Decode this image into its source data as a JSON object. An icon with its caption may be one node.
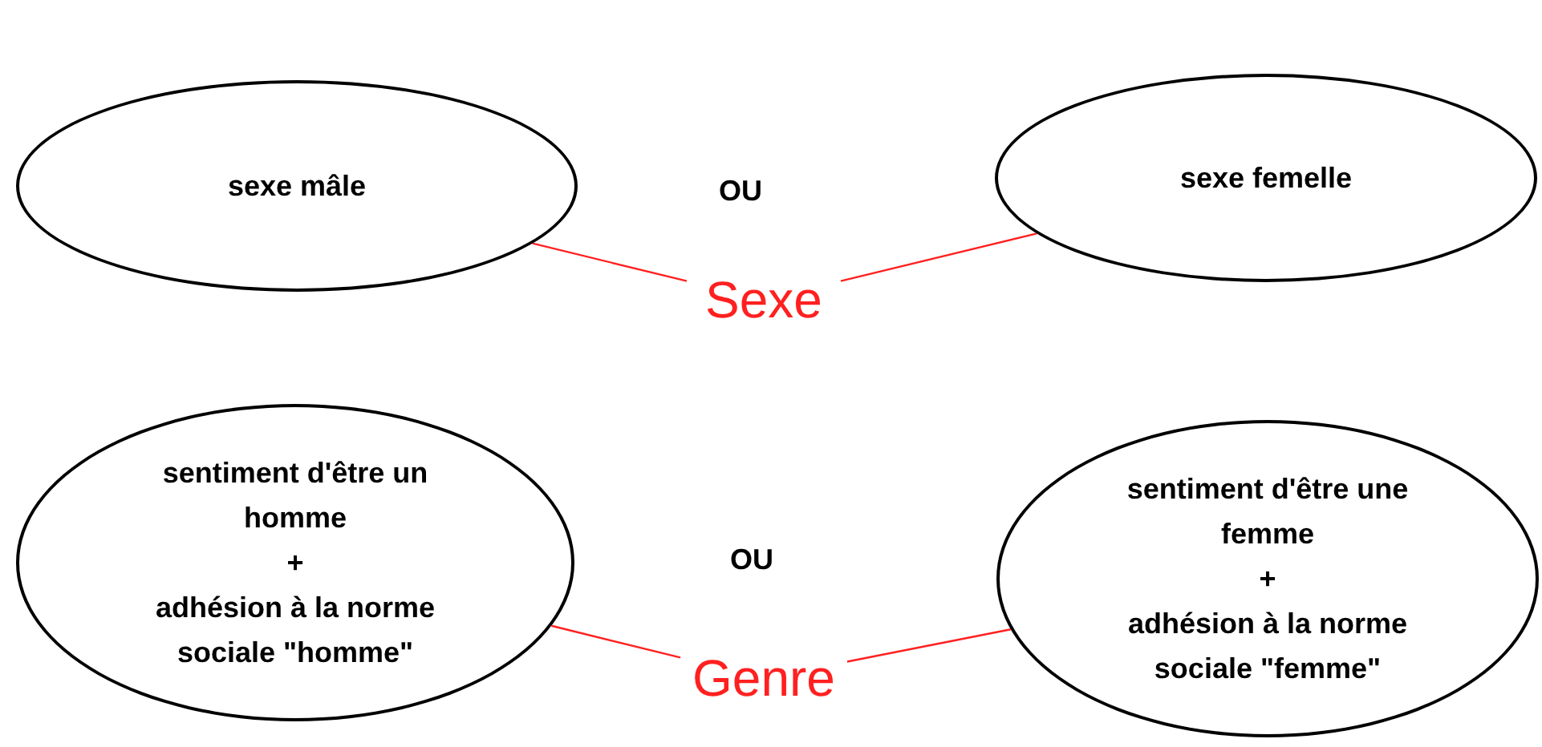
{
  "diagram": {
    "nodes": [
      {
        "text": [
          "sexe mâle"
        ]
      },
      {
        "text": [
          "sexe femelle"
        ]
      },
      {
        "text": [
          "Sexe"
        ]
      },
      {
        "text": [
          "sentiment d'être un homme",
          "+",
          "adhésion à la norme sociale \"homme\""
        ]
      },
      {
        "text": [
          "sentiment d'être une femme",
          "+",
          "adhésion à la norme sociale \"femme\""
        ]
      },
      {
        "text": [
          "Genre"
        ]
      }
    ],
    "edges": [
      {
        "from": 0,
        "to": 2,
        "arrow": "none"
      },
      {
        "from": 1,
        "to": 2,
        "arrow": "none"
      },
      {
        "from": 3,
        "to": 5,
        "arrow": "none"
      },
      {
        "from": 4,
        "to": 5,
        "arrow": "none"
      }
    ],
    "labels": [
      "OU",
      "OU"
    ]
  }
}
